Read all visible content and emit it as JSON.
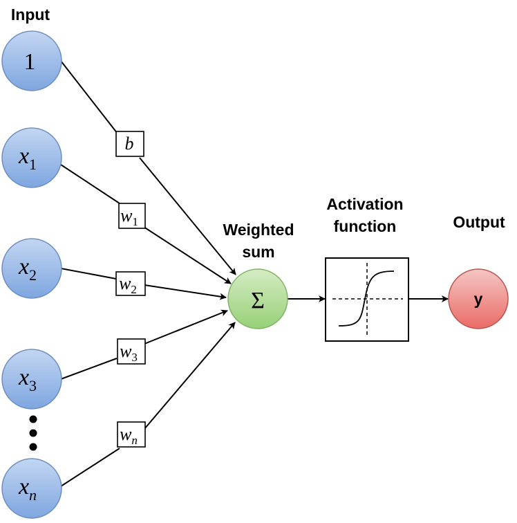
{
  "labels": {
    "input": "Input",
    "weighted_sum_line1": "Weighted",
    "weighted_sum_line2": "sum",
    "activation_line1": "Activation",
    "activation_line2": "function",
    "output": "Output"
  },
  "inputs": [
    {
      "base": "1",
      "sub": ""
    },
    {
      "base": "x",
      "sub": "1"
    },
    {
      "base": "x",
      "sub": "2"
    },
    {
      "base": "x",
      "sub": "3"
    },
    {
      "base": "x",
      "sub": "n"
    }
  ],
  "weights": [
    {
      "base": "b",
      "sub": ""
    },
    {
      "base": "w",
      "sub": "1"
    },
    {
      "base": "w",
      "sub": "2"
    },
    {
      "base": "w",
      "sub": "3"
    },
    {
      "base": "w",
      "sub": "n"
    }
  ],
  "sum_symbol": "Σ",
  "output_symbol": "y",
  "colors": {
    "input_fill_top": "#c3d6f2",
    "input_fill_bottom": "#7ea6e0",
    "input_stroke": "#6c8ebf",
    "sum_fill_top": "#d5ecc4",
    "sum_fill_bottom": "#97d077",
    "sum_stroke": "#82b366",
    "output_fill_top": "#f4c6c4",
    "output_fill_bottom": "#ea6b66",
    "output_stroke": "#b85450"
  },
  "icons": {
    "sum": "sigma-icon",
    "activation": "sigmoid-curve-icon",
    "ellipsis": "vertical-ellipsis-icon"
  }
}
